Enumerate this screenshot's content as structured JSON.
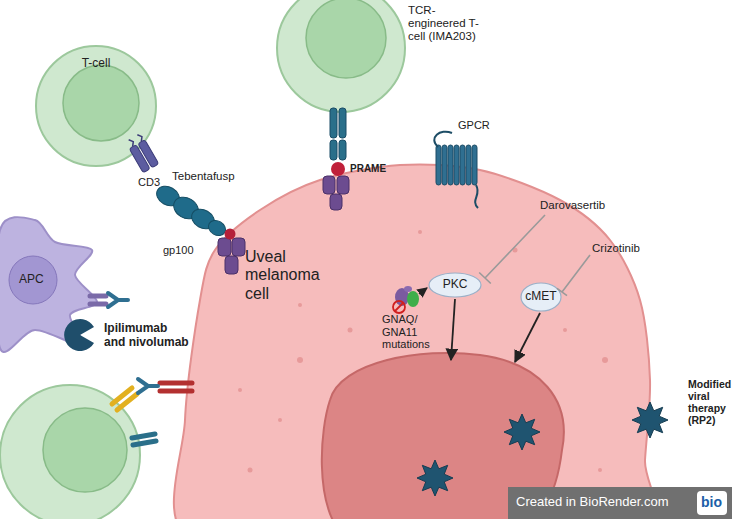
{
  "diagram": {
    "nodes": [
      {
        "text": [
          "T-cell"
        ]
      },
      {
        "text": [
          "TCR-engineered T-cell (IMA203)"
        ]
      },
      {
        "text": [
          "APC"
        ]
      },
      {
        "text": [
          "Uveal melanoma cell"
        ]
      },
      {
        "text": [
          "PKC"
        ],
        "in": 3
      },
      {
        "text": [
          "cMET"
        ],
        "in": 3
      }
    ],
    "labels": [
      "CD3",
      "Tebentafusp",
      "gp100",
      "PRAME",
      "GPCR",
      "Darovasertib",
      "Crizotinib",
      "GNAQ/ GNA11 mutations",
      "Ipilimumab and nivolumab",
      "Modified viral therapy (RP2)",
      "Created in BioRender.com",
      "bio"
    ]
  }
}
